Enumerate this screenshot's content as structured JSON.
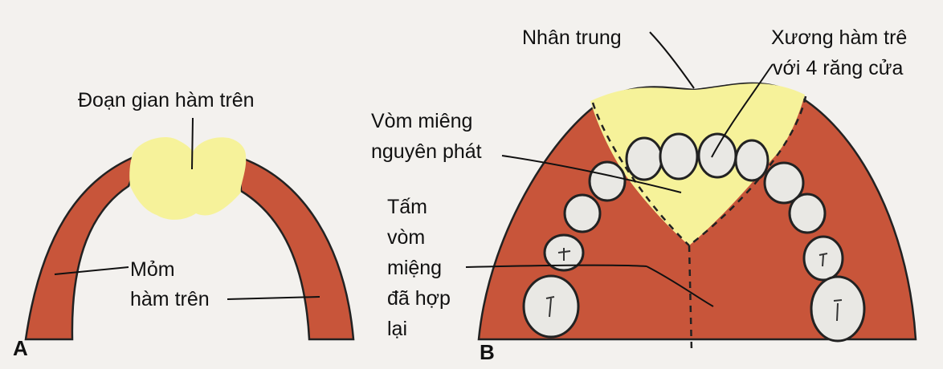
{
  "panels": {
    "a": {
      "letter": "A",
      "labels": {
        "intermaxillary_segment": "Đoạn gian hàm trên",
        "maxillary_process_line1": "Mỏm",
        "maxillary_process_line2": "hàm trên"
      }
    },
    "b": {
      "letter": "B",
      "labels": {
        "philtrum": "Nhân trung",
        "maxilla_line1": "Xương hàm trê",
        "maxilla_line2": "với 4 răng cửa",
        "primary_palate_line1": "Vòm miêng",
        "primary_palate_line2": "nguyên phát",
        "palatal_shelves_line1": "Tấm",
        "palatal_shelves_line2": "vòm",
        "palatal_shelves_line3": "miệng",
        "palatal_shelves_line4": "đã hợp",
        "palatal_shelves_line5": "lại"
      }
    }
  },
  "colors": {
    "maxillary_process": "#c8553a",
    "intermaxillary_segment": "#f6f29a",
    "tooth": "#e9e8e4",
    "outline": "#222222",
    "background": "#f3f1ee"
  }
}
